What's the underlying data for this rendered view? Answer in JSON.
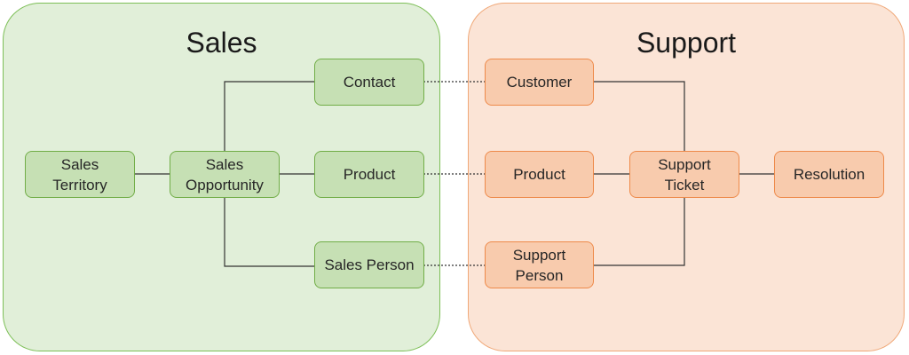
{
  "contexts": {
    "sales": {
      "title": "Sales"
    },
    "support": {
      "title": "Support"
    }
  },
  "nodes": {
    "sales_territory": "Sales\nTerritory",
    "sales_opportunity": "Sales\nOpportunity",
    "contact": "Contact",
    "sales_product": "Product",
    "sales_person": "Sales Person",
    "customer": "Customer",
    "support_product": "Product",
    "support_person": "Support\nPerson",
    "support_ticket": "Support\nTicket",
    "resolution": "Resolution"
  },
  "relationships": [
    {
      "from": "sales_territory",
      "to": "sales_opportunity",
      "style": "solid"
    },
    {
      "from": "sales_opportunity",
      "to": "contact",
      "style": "solid"
    },
    {
      "from": "sales_opportunity",
      "to": "sales_product",
      "style": "solid"
    },
    {
      "from": "sales_opportunity",
      "to": "sales_person",
      "style": "solid"
    },
    {
      "from": "contact",
      "to": "customer",
      "style": "dotted"
    },
    {
      "from": "sales_product",
      "to": "support_product",
      "style": "dotted"
    },
    {
      "from": "sales_person",
      "to": "support_person",
      "style": "dotted"
    },
    {
      "from": "customer",
      "to": "support_ticket",
      "style": "solid"
    },
    {
      "from": "support_product",
      "to": "support_ticket",
      "style": "solid"
    },
    {
      "from": "support_person",
      "to": "support_ticket",
      "style": "solid"
    },
    {
      "from": "support_ticket",
      "to": "resolution",
      "style": "solid"
    }
  ],
  "colors": {
    "sales_context_fill": "#e1efd9",
    "sales_node_fill": "#c6e0b4",
    "support_context_fill": "#fbe4d6",
    "support_node_fill": "#f8cbad",
    "connector": "#333333"
  }
}
